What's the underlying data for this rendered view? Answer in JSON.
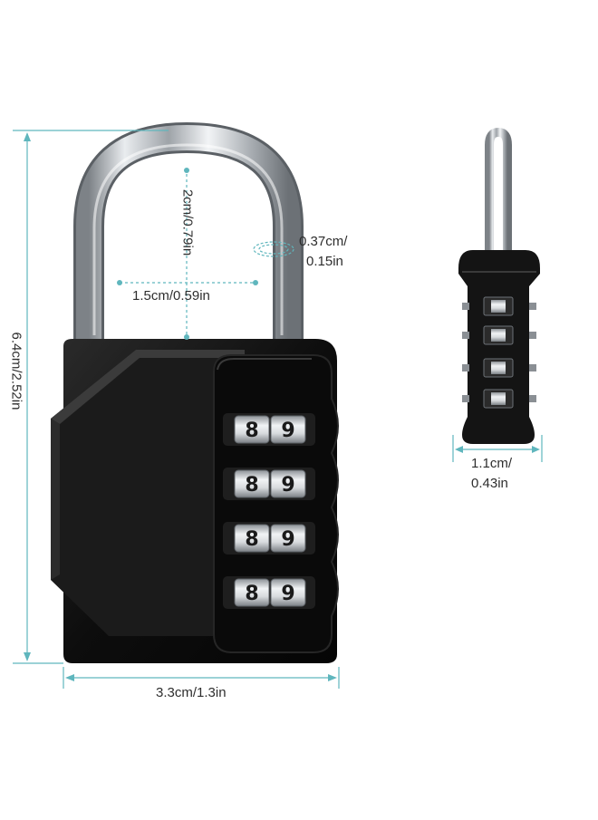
{
  "colors": {
    "dimension_line": "#5fb6bd",
    "lock_body": "#111111",
    "shackle": "#c8ccd1",
    "background": "#ffffff"
  },
  "dial_digits": [
    [
      "8",
      "9"
    ],
    [
      "8",
      "9"
    ],
    [
      "8",
      "9"
    ],
    [
      "8",
      "9"
    ]
  ],
  "dimensions": {
    "shackle_height": "2cm/0.79in",
    "shackle_inner_width": "1.5cm/0.59in",
    "shackle_diameter_line1": "0.37cm/",
    "shackle_diameter_line2": "0.15in",
    "total_height": "6.4cm/2.52in",
    "body_width": "3.3cm/1.3in",
    "thickness_line1": "1.1cm/",
    "thickness_line2": "0.43in"
  }
}
